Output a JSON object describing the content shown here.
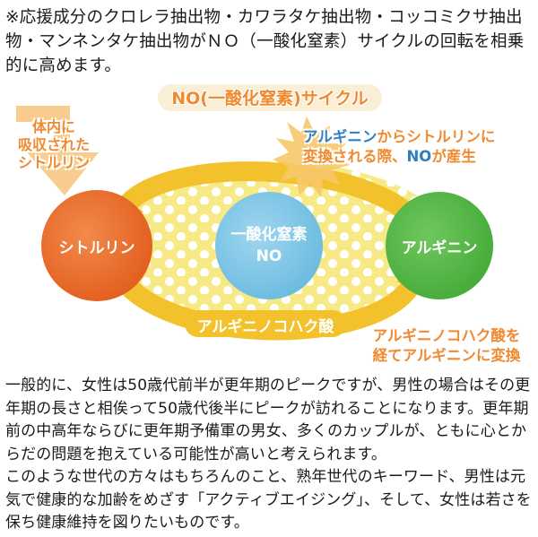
{
  "intro_text": "※応援成分のクロレラ抽出物・カワラタケ抽出物・コッコミクサ抽出物・マンネンタケ抽出物がＮＯ（一酸化窒素）サイクルの回転を相乗的に高めます。",
  "diagram": {
    "cycle_title": "NO(一酸化窒素)サイクル",
    "nodes": {
      "citrulline": "シトルリン",
      "no_line1": "一酸化窒素",
      "no_line2": "NO",
      "arginine": "アルギニン"
    },
    "arrow_bottom_label": "アルギニノコハク酸",
    "callouts": {
      "absorbed": [
        "体内に",
        "吸収された",
        "シトルリン"
      ],
      "arginine_to_citrulline_line1_a": "アルギニン",
      "arginine_to_citrulline_line1_b": "からシトルリンに",
      "arginine_to_citrulline_line2_a": "変換される際、",
      "arginine_to_citrulline_line2_b": "NO",
      "arginine_to_citrulline_line2_c": "が産生",
      "argininosuccinate": [
        "アルギニノコハク酸を",
        "経てアルギニンに変換"
      ]
    },
    "colors": {
      "citrulline": "#e96a2a",
      "no": "#7cc5e6",
      "arginine": "#55b847",
      "arrow": "#f3c12b",
      "callout_orange": "#f29f4e",
      "callout_blue": "#2f7fc1",
      "ellipse_fill": "#f7eb8a",
      "title_orange": "#f08a30"
    }
  },
  "body_paragraphs": [
    "一般的に、女性は50歳代前半が更年期のピークですが、男性の場合はその更年期の長さと相俟って50歳代後半にピークが訪れることになります。更年期前の中高年ならびに更年期予備軍の男女、多くのカップルが、ともに心とからだの問題を抱えている可能性が高いと考えられます。",
    "このような世代の方々はもちろんのこと、熟年世代のキーワード、男性は元気で健康的な加齢をめざす「アクティブエイジング」、そして、女性は若さを保ち健康維持を図りたいものです。"
  ]
}
